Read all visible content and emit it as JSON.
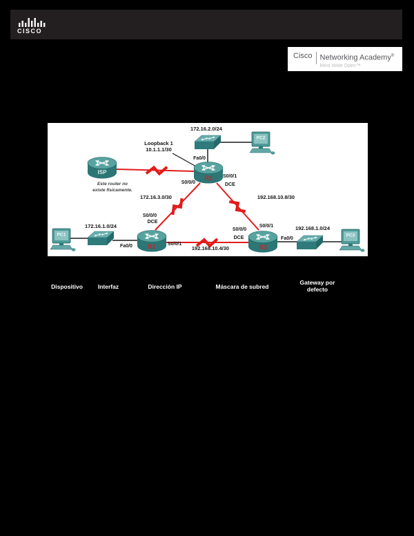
{
  "brand": {
    "logo_text": "cisco"
  },
  "academy": {
    "cisco": "Cisco",
    "name": "Networking Academy",
    "reg": "®",
    "tagline": "Mind Wide Open™"
  },
  "diagram": {
    "isp": {
      "name": "ISP",
      "note1": "Este router no",
      "note2": "existe físicamente."
    },
    "r1": {
      "name": "R1",
      "if_s000": "S0/0/0",
      "if_s000_mode": "DCE",
      "if_s001": "S0/0/1",
      "if_fa00": "Fa0/0"
    },
    "r2": {
      "name": "R2",
      "if_s000": "S0/0/0",
      "if_s001": "S0/0/1",
      "if_s001_mode": "DCE",
      "if_fa00": "Fa0/0",
      "loopback_line1": "Loopback 1",
      "loopback_line2": "10.1.1.1/30"
    },
    "r3": {
      "name": "R3",
      "if_s000": "S0/0/0",
      "if_s000_mode": "DCE",
      "if_s001": "S0/0/1",
      "if_fa00": "Fa0/0"
    },
    "pc1": {
      "name": "PC1"
    },
    "pc2": {
      "name": "PC2"
    },
    "pc3": {
      "name": "PC3"
    },
    "networks": {
      "lan_pc1": "172.16.1.0/24",
      "lan_pc2": "172.16.2.0/24",
      "lan_pc3": "192.168.1.0/24",
      "wan_r1r2": "172.16.3.0/30",
      "wan_r2r3": "192.168.10.8/30",
      "wan_r1r3": "192.168.10.4/30"
    }
  },
  "table": {
    "headers": [
      "Dispositivo",
      "Interfaz",
      "Dirección IP",
      "Máscara de subred",
      "Gateway por defecto"
    ]
  },
  "colors": {
    "page_bg": "#000000",
    "bar_bg": "#231f20",
    "link_red": "#e21b1b",
    "device_teal": "#2e7b7b",
    "router_label_red": "#c5262d"
  }
}
